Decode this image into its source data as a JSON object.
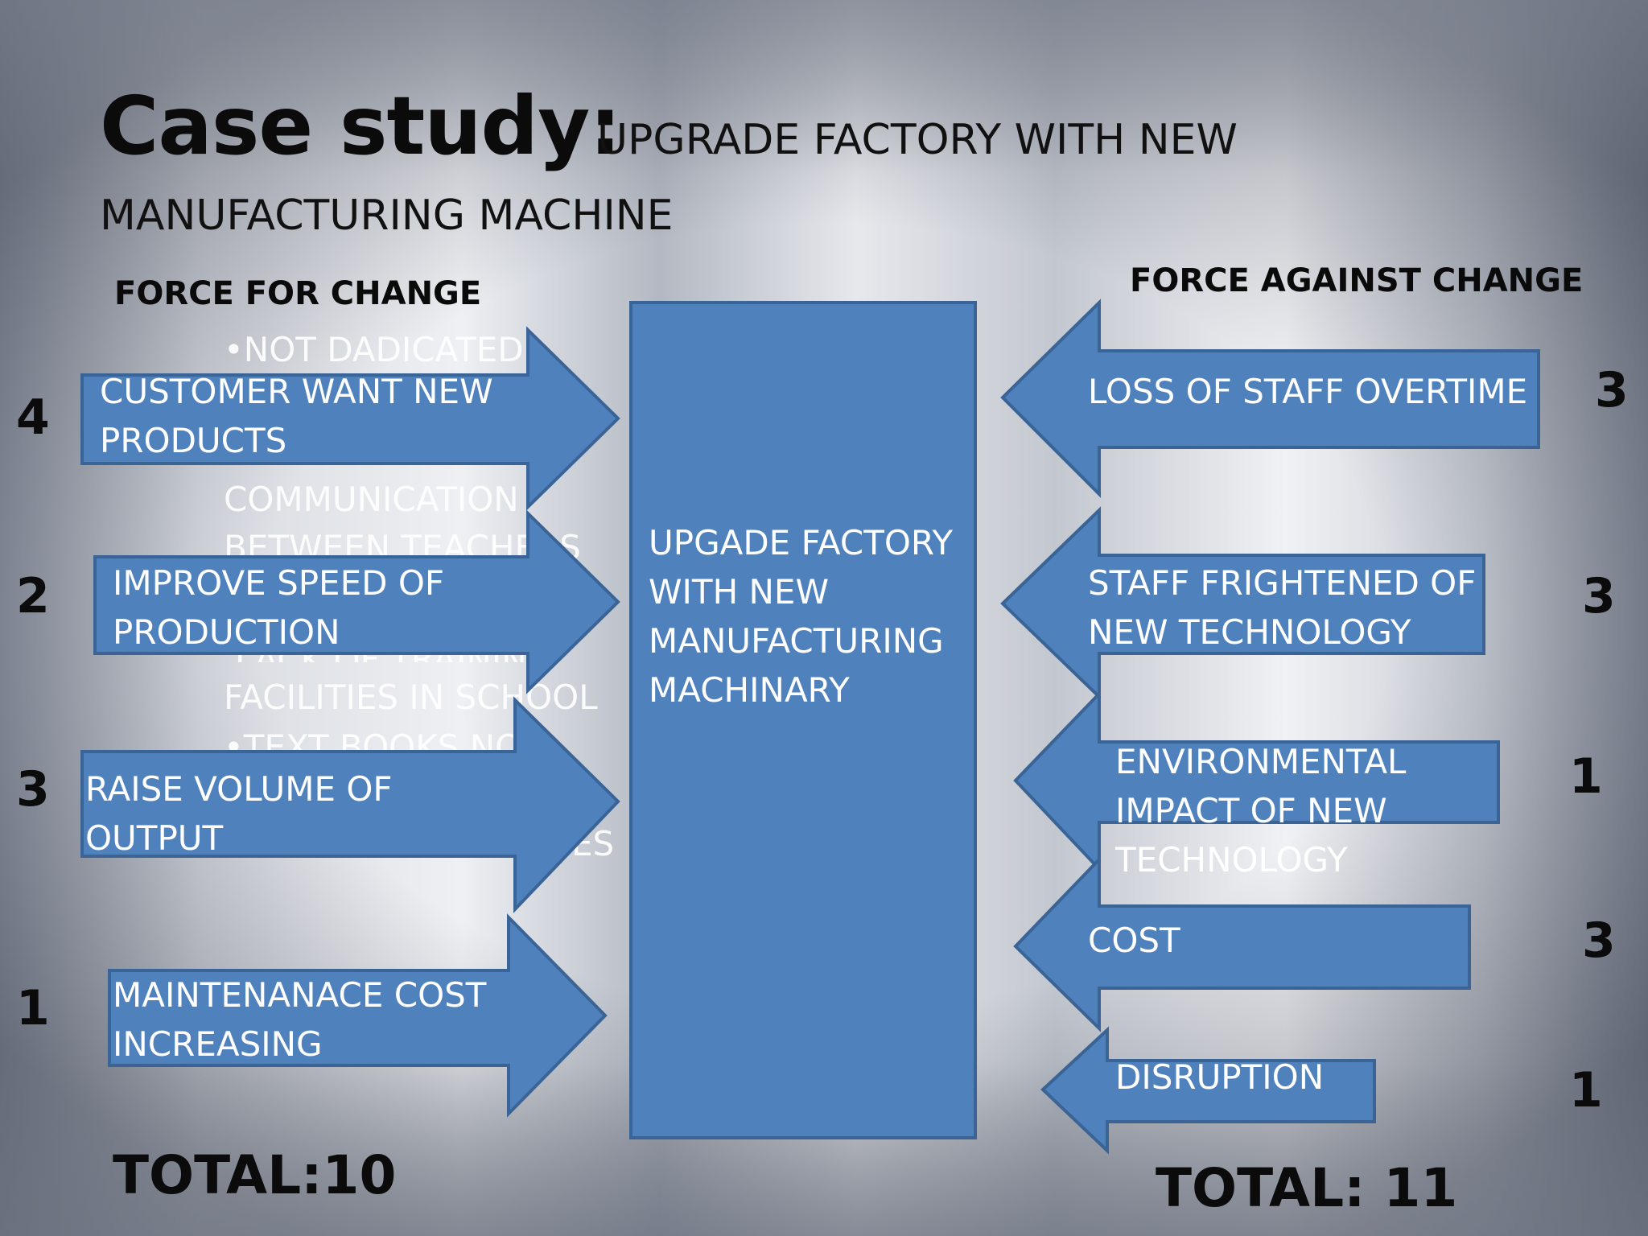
{
  "title": {
    "main": "Case study:",
    "sub_line1": "UPGRADE FACTORY WITH NEW",
    "sub_line2": "MANUFACTURING MACHINE"
  },
  "headers": {
    "for": "FORCE FOR CHANGE",
    "against": "FORCE AGAINST CHANGE"
  },
  "center_box": {
    "lines": [
      "UPGADE FACTORY",
      "WITH NEW",
      "MANUFACTURING",
      "MACHINARY"
    ]
  },
  "forces_for": [
    {
      "lines": [
        "CUSTOMER WANT NEW",
        "PRODUCTS"
      ],
      "score": "4"
    },
    {
      "lines": [
        "IMPROVE SPEED OF",
        "PRODUCTION"
      ],
      "score": "2"
    },
    {
      "lines": [
        "RAISE VOLUME OF",
        "OUTPUT"
      ],
      "score": "3"
    },
    {
      "lines": [
        "MAINTENANACE COST",
        "INCREASING"
      ],
      "score": "1"
    }
  ],
  "forces_against": [
    {
      "lines": [
        "LOSS OF STAFF OVERTIME"
      ],
      "score": "3"
    },
    {
      "lines": [
        "STAFF FRIGHTENED OF",
        "NEW TECHNOLOGY"
      ],
      "score": "3"
    },
    {
      "lines": [
        "ENVIRONMENTAL",
        "IMPACT OF NEW",
        "TECHNOLOGY"
      ],
      "score": "1"
    },
    {
      "lines": [
        "COST"
      ],
      "score": "3"
    },
    {
      "lines": [
        "DISRUPTION"
      ],
      "score": "1"
    }
  ],
  "ghost_text": {
    "line1": "•NOT DADICATED",
    "line2": "COMMUNICATION",
    "line3": "BETWEEN TEACHERS",
    "line4": "LACK OF TRAINING",
    "line5": "FACILITIES IN SCHOOL",
    "line6": "•TEXT BOOKS NOT",
    "line7": "ES"
  },
  "totals": {
    "for": "TOTAL:10",
    "against": "TOTAL: 11"
  },
  "colors": {
    "arrow_fill": "#4f81bd",
    "arrow_stroke": "#3a6496",
    "label_text": "#ffffff"
  }
}
